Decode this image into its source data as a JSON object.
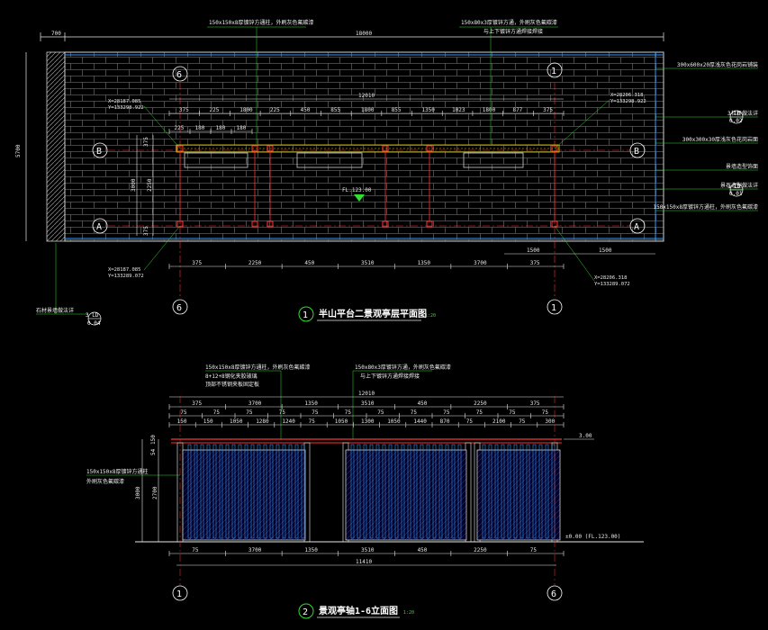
{
  "plan": {
    "title": "半山平台二景观亭层平面图",
    "scale": "1:20",
    "number": "1",
    "notes_top": [
      "150x150x8厚镀锌方通柱，外刷灰色氟碳漆",
      "150x80x3厚镀锌方通，外刷灰色氟碳漆",
      "与上下镀锌方通焊接焊接"
    ],
    "notes_right": [
      "300x600x20厚浅灰色花岗岩铺装",
      "栏杆做法详",
      "300x300x30厚浅灰色花岗岩面",
      "景墙造型饰面",
      "景石造型做法详",
      "150x150x8厚镀锌方通柱，外刷灰色氟碳漆"
    ],
    "note_left": "石材景墙做法详",
    "ref_right_1": {
      "text": "3 LD",
      "sub": "0.02"
    },
    "ref_right_2": {
      "text": "1 LD",
      "sub": "0.01"
    },
    "ref_left": {
      "text": "3 LD",
      "sub": "0.04"
    },
    "coords": {
      "tl": [
        "X=28187.085",
        "Y=133298.922"
      ],
      "tr": [
        "X=28206.318",
        "Y=133298.922"
      ],
      "bl": [
        "X=28187.085",
        "Y=133289.072"
      ],
      "br": [
        "X=28206.318",
        "Y=133289.072"
      ]
    },
    "level": "FL.123.00",
    "dims_top_total": "18000",
    "dims_top_left": "700",
    "dims_side": "5700",
    "dims_inner_total": "12010",
    "dims_inner": [
      "375",
      "225",
      "1800",
      "225",
      "450",
      "855",
      "1800",
      "855",
      "1350",
      "1023",
      "1800",
      "877",
      "375"
    ],
    "dims_inner_2": [
      "225",
      "180",
      "180",
      "180"
    ],
    "dims_left": [
      "375",
      "3000",
      "2250",
      "375"
    ],
    "dims_bottom": [
      "375",
      "2250",
      "450",
      "3510",
      "1350",
      "3700",
      "375"
    ],
    "dims_bottom_right": [
      "1500",
      "1500"
    ],
    "grid_labels": {
      "left": "6",
      "right": "1",
      "B": "B",
      "A": "A"
    }
  },
  "elevation": {
    "title": "景观亭轴1-6立面图",
    "scale": "1:20",
    "number": "2",
    "notes_top": [
      "150x150x8厚镀锌方通柱，外刷灰色氟碳漆",
      "8+12+8钢化夹胶玻璃",
      "顶部不锈钢夹板固定板",
      "150x80x3厚镀锌方通，外刷灰色氟碳漆",
      "与上下镀锌方通焊接焊接"
    ],
    "note_left": [
      "150x150x8厚镀锌方通柱",
      "外刷灰色氟碳漆"
    ],
    "dims_top_total": "12010",
    "dims_top": [
      "375",
      "3700",
      "1350",
      "3510",
      "450",
      "2250",
      "375"
    ],
    "dims_top_2": [
      "75",
      "75",
      "75",
      "75",
      "75",
      "75",
      "75",
      "75",
      "75",
      "75",
      "75",
      "75"
    ],
    "dims_top_3": [
      "150",
      "150",
      "1050",
      "1280",
      "1240",
      "75",
      "1050",
      "1300",
      "1050",
      "1440",
      "870",
      "75",
      "2100",
      "75",
      "300"
    ],
    "dims_left": [
      "150",
      "54",
      "3000",
      "2700"
    ],
    "dims_bottom": [
      "75",
      "3700",
      "1350",
      "3510",
      "450",
      "2250",
      "75"
    ],
    "dims_bottom_total": "11410",
    "level_top": "3.00",
    "level_bottom": "±0.00 (FL.123.00)",
    "grid_labels": {
      "left": "1",
      "right": "6"
    }
  },
  "colors": {
    "background": "#000000",
    "dim": "#e8e8e8",
    "wall": "#3a3a3a",
    "grid": "#ff3333",
    "note_leader": "#33dd33",
    "blue": "#3399ff",
    "column": "#ff3333",
    "cyan": "#33cccc",
    "yellow": "#e6d200"
  }
}
